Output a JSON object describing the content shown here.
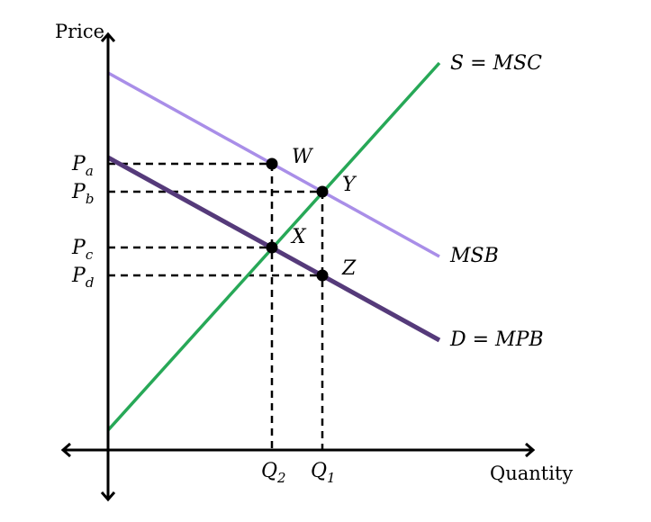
{
  "axes": {
    "y_label": "Price",
    "x_label": "Quantity"
  },
  "curves": {
    "supply": {
      "label": "S = MSC",
      "color": "#27a857"
    },
    "msb": {
      "label": "MSB",
      "color": "#a98ee8"
    },
    "demand": {
      "label": "D = MPB",
      "color": "#553a7a"
    }
  },
  "points": {
    "W": "W",
    "X": "X",
    "Y": "Y",
    "Z": "Z"
  },
  "price_labels": [
    {
      "main": "P",
      "sub": "a"
    },
    {
      "main": "P",
      "sub": "b"
    },
    {
      "main": "P",
      "sub": "c"
    },
    {
      "main": "P",
      "sub": "d"
    }
  ],
  "quantity_labels": [
    {
      "main": "Q",
      "sub": "2"
    },
    {
      "main": "Q",
      "sub": "1"
    }
  ]
}
